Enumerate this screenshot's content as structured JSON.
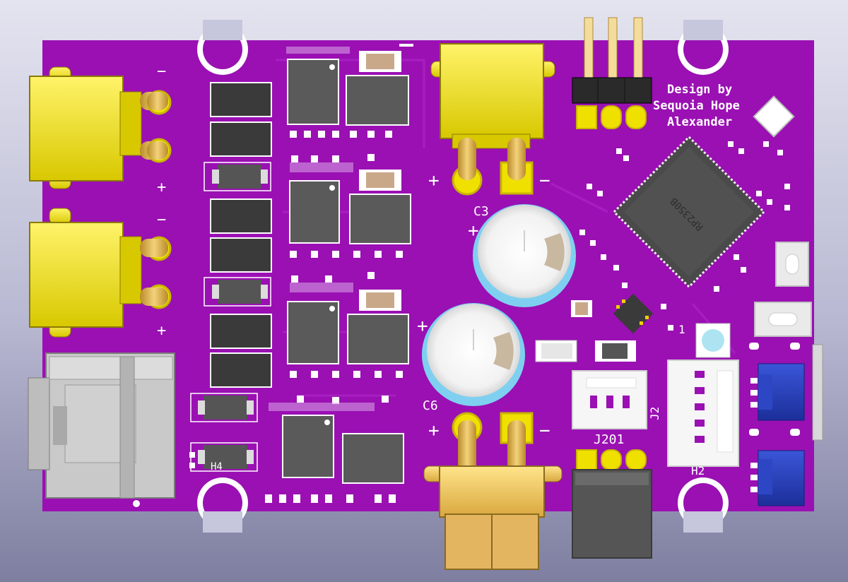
{
  "view": {
    "background_top": "#e4e4f0",
    "background_bottom": "#7e7ea0",
    "board_color": "#9a10b3",
    "silkscreen_color": "#ffffff",
    "pad_gold": "#f0e000"
  },
  "silkscreen": {
    "credit_line1": "Design by",
    "credit_line2": "Sequoia Hope",
    "credit_line3": "Alexander",
    "label_c3": "C3",
    "label_c6": "C6",
    "label_j201": "J201",
    "label_j2": "J2",
    "label_h2": "H2",
    "label_h4": "H4",
    "label_1": "1",
    "plus": "+",
    "minus": "−"
  },
  "components": {
    "mcu_marking": "RP2350B"
  }
}
